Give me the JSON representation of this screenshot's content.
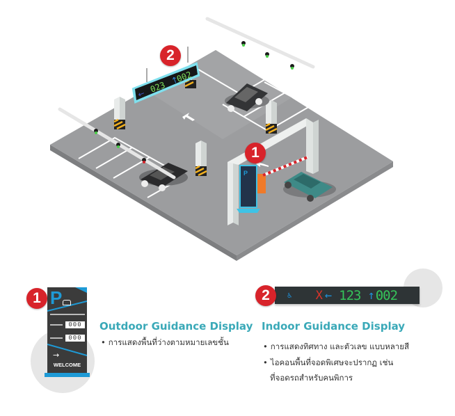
{
  "scene": {
    "overhead_display": {
      "left_arrow": "←",
      "count_a": "023",
      "up_arrow": "↑",
      "count_b": "002",
      "badge": "2"
    },
    "entrance_badge": "1",
    "floor_arrow": "direction-arrow"
  },
  "outdoor": {
    "badge": "1",
    "title": "Outdoor Guidance Display",
    "bullets": [
      "การแสดงพื้นที่ว่างตามหมายเลขชั้น"
    ],
    "sign": {
      "logo": "P",
      "header_text": "",
      "rows": [
        {
          "label": "",
          "count": "000"
        },
        {
          "label": "",
          "count": "000"
        }
      ],
      "arrow": "→",
      "welcome": "WELCOME"
    }
  },
  "indoor": {
    "badge": "2",
    "title": "Indoor Guidance Display",
    "bullets": [
      "การแสดงทิศทาง และตัวเลข แบบหลายสี",
      "ไอคอนพื้นที่จอดพิเศษจะปรากฏ เช่น ที่จอดรถสำหรับคนพิการ"
    ],
    "bullet_2_line1": "ไอคอนพื้นที่จอดพิเศษจะปรากฏ เช่น",
    "bullet_2_line2": "ที่จอดรถสำหรับคนพิการ",
    "led": {
      "accessible_icon": "♿",
      "blocked": "X",
      "left_arrow": "←",
      "count_a": "123",
      "up_arrow": "↑",
      "count_b": "002"
    }
  },
  "colors": {
    "accent_teal": "#3aa9b8",
    "badge_red": "#d8232a",
    "led_green": "#35c45a",
    "led_blue": "#1e8fd6",
    "led_red": "#d8332a",
    "sign_blue": "#1e9ad6",
    "floor_gray": "#9a9b9d"
  }
}
